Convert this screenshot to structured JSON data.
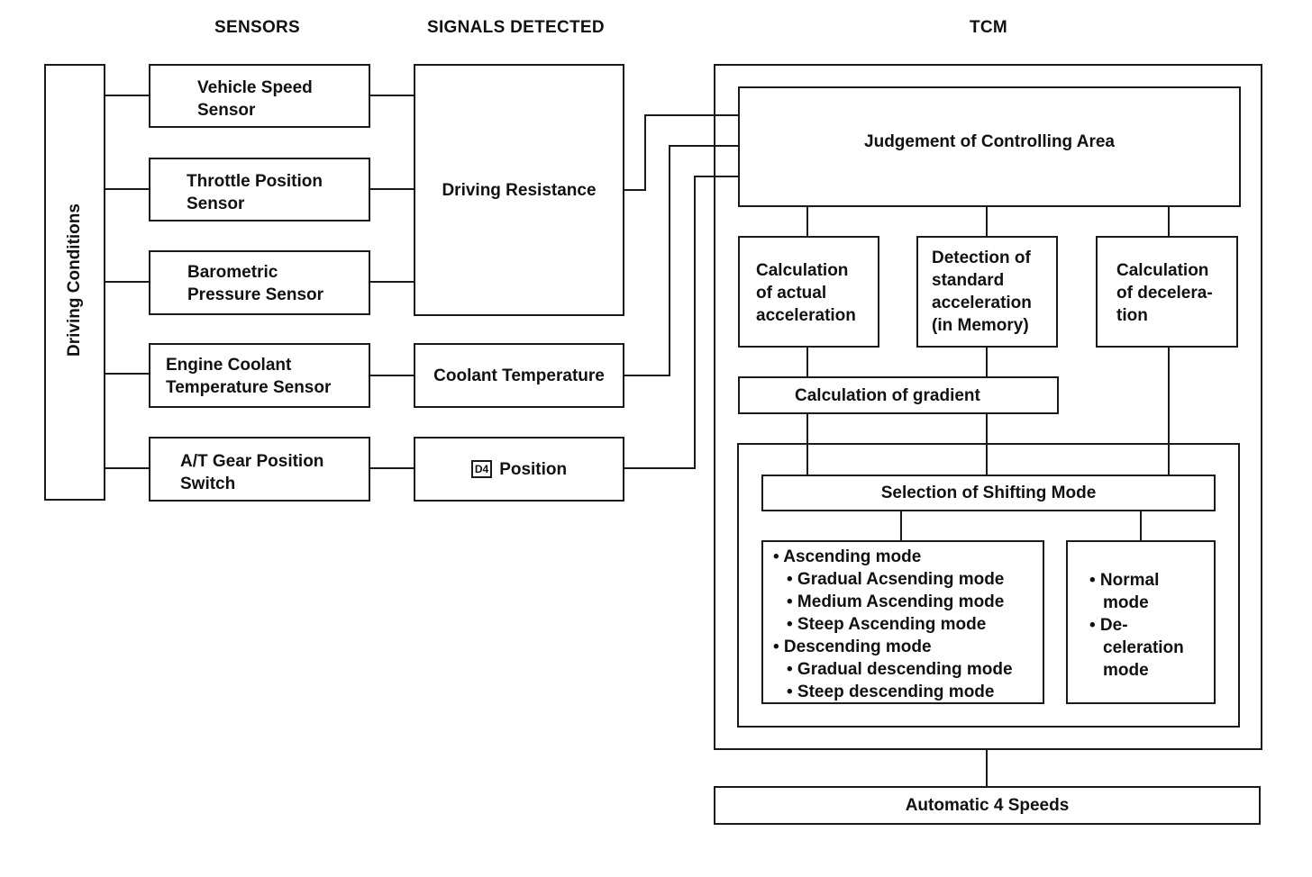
{
  "headers": {
    "sensors": "SENSORS",
    "signals": "SIGNALS DETECTED",
    "tcm": "TCM"
  },
  "driving_conditions": "Driving Conditions",
  "sensors": {
    "vehicle_speed": [
      "Vehicle Speed",
      "Sensor"
    ],
    "throttle_position": [
      "Throttle Position",
      "Sensor"
    ],
    "barometric_pressure": [
      "Barometric",
      "Pressure Sensor"
    ],
    "engine_coolant": [
      "Engine Coolant",
      "Temperature Sensor"
    ],
    "at_gear_position": [
      "A/T Gear Position",
      "Switch"
    ]
  },
  "signals": {
    "driving_resistance": "Driving Resistance",
    "coolant_temperature": "Coolant Temperature",
    "d4_symbol": "D4",
    "d4_position": "Position"
  },
  "tcm": {
    "judgement": "Judgement of Controlling Area",
    "calc_actual": [
      "Calculation",
      "of actual",
      "acceleration"
    ],
    "detect_standard": [
      "Detection of",
      "standard",
      "acceleration",
      "(in Memory)"
    ],
    "calc_decel": [
      "Calculation",
      "of decelera-",
      "tion"
    ],
    "calc_gradient": "Calculation of gradient",
    "selection": "Selection of Shifting Mode",
    "modes_left": [
      "• Ascending mode",
      "• Gradual Acsending mode",
      "• Medium Ascending mode",
      "• Steep Ascending mode",
      "• Descending mode",
      "• Gradual descending mode",
      "• Steep descending mode"
    ],
    "modes_right": [
      "• Normal",
      "mode",
      "• De-",
      "celeration",
      "mode"
    ]
  },
  "output": "Automatic 4 Speeds"
}
